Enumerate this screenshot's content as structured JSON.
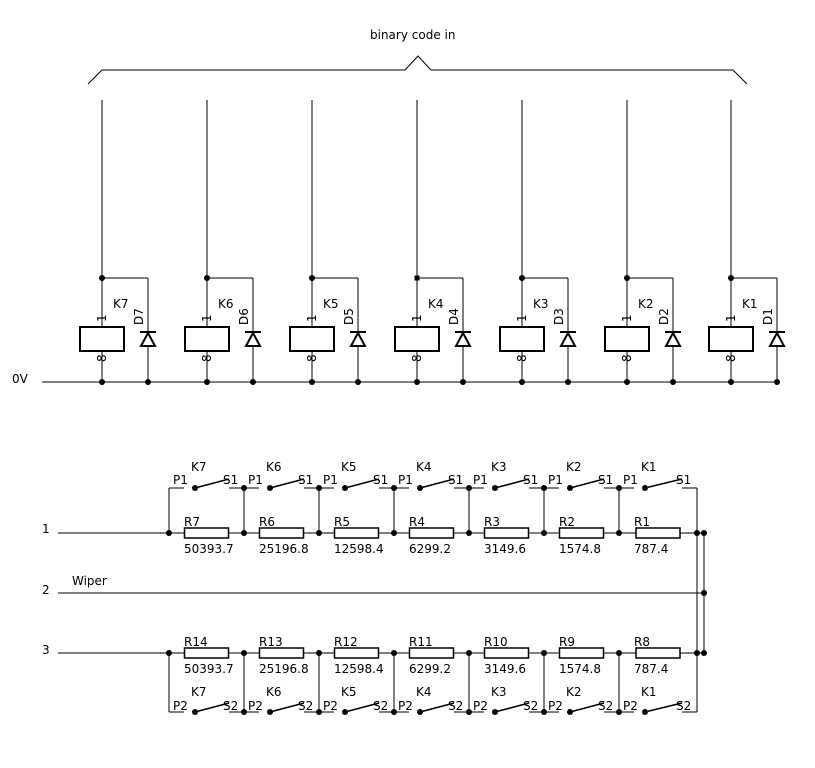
{
  "top_label": "binary code in",
  "ground_label": "0V",
  "wiper_label": "Wiper",
  "terminals": [
    "1",
    "2",
    "3"
  ],
  "coil_pin_top": "1",
  "coil_pin_bottom": "8",
  "relays": [
    {
      "name": "K7",
      "diode": "D7"
    },
    {
      "name": "K6",
      "diode": "D6"
    },
    {
      "name": "K5",
      "diode": "D5"
    },
    {
      "name": "K4",
      "diode": "D4"
    },
    {
      "name": "K3",
      "diode": "D3"
    },
    {
      "name": "K2",
      "diode": "D2"
    },
    {
      "name": "K1",
      "diode": "D1"
    }
  ],
  "contact_labels": {
    "p1": "P1",
    "s1": "S1",
    "p2": "P2",
    "s2": "S2"
  },
  "upper_resistors": [
    {
      "name": "R7",
      "value": "50393.7"
    },
    {
      "name": "R6",
      "value": "25196.8"
    },
    {
      "name": "R5",
      "value": "12598.4"
    },
    {
      "name": "R4",
      "value": "6299.2"
    },
    {
      "name": "R3",
      "value": "3149.6"
    },
    {
      "name": "R2",
      "value": "1574.8"
    },
    {
      "name": "R1",
      "value": "787.4"
    }
  ],
  "lower_resistors": [
    {
      "name": "R14",
      "value": "50393.7"
    },
    {
      "name": "R13",
      "value": "25196.8"
    },
    {
      "name": "R12",
      "value": "12598.4"
    },
    {
      "name": "R11",
      "value": "6299.2"
    },
    {
      "name": "R10",
      "value": "3149.6"
    },
    {
      "name": "R9",
      "value": "1574.8"
    },
    {
      "name": "R8",
      "value": "787.4"
    }
  ]
}
